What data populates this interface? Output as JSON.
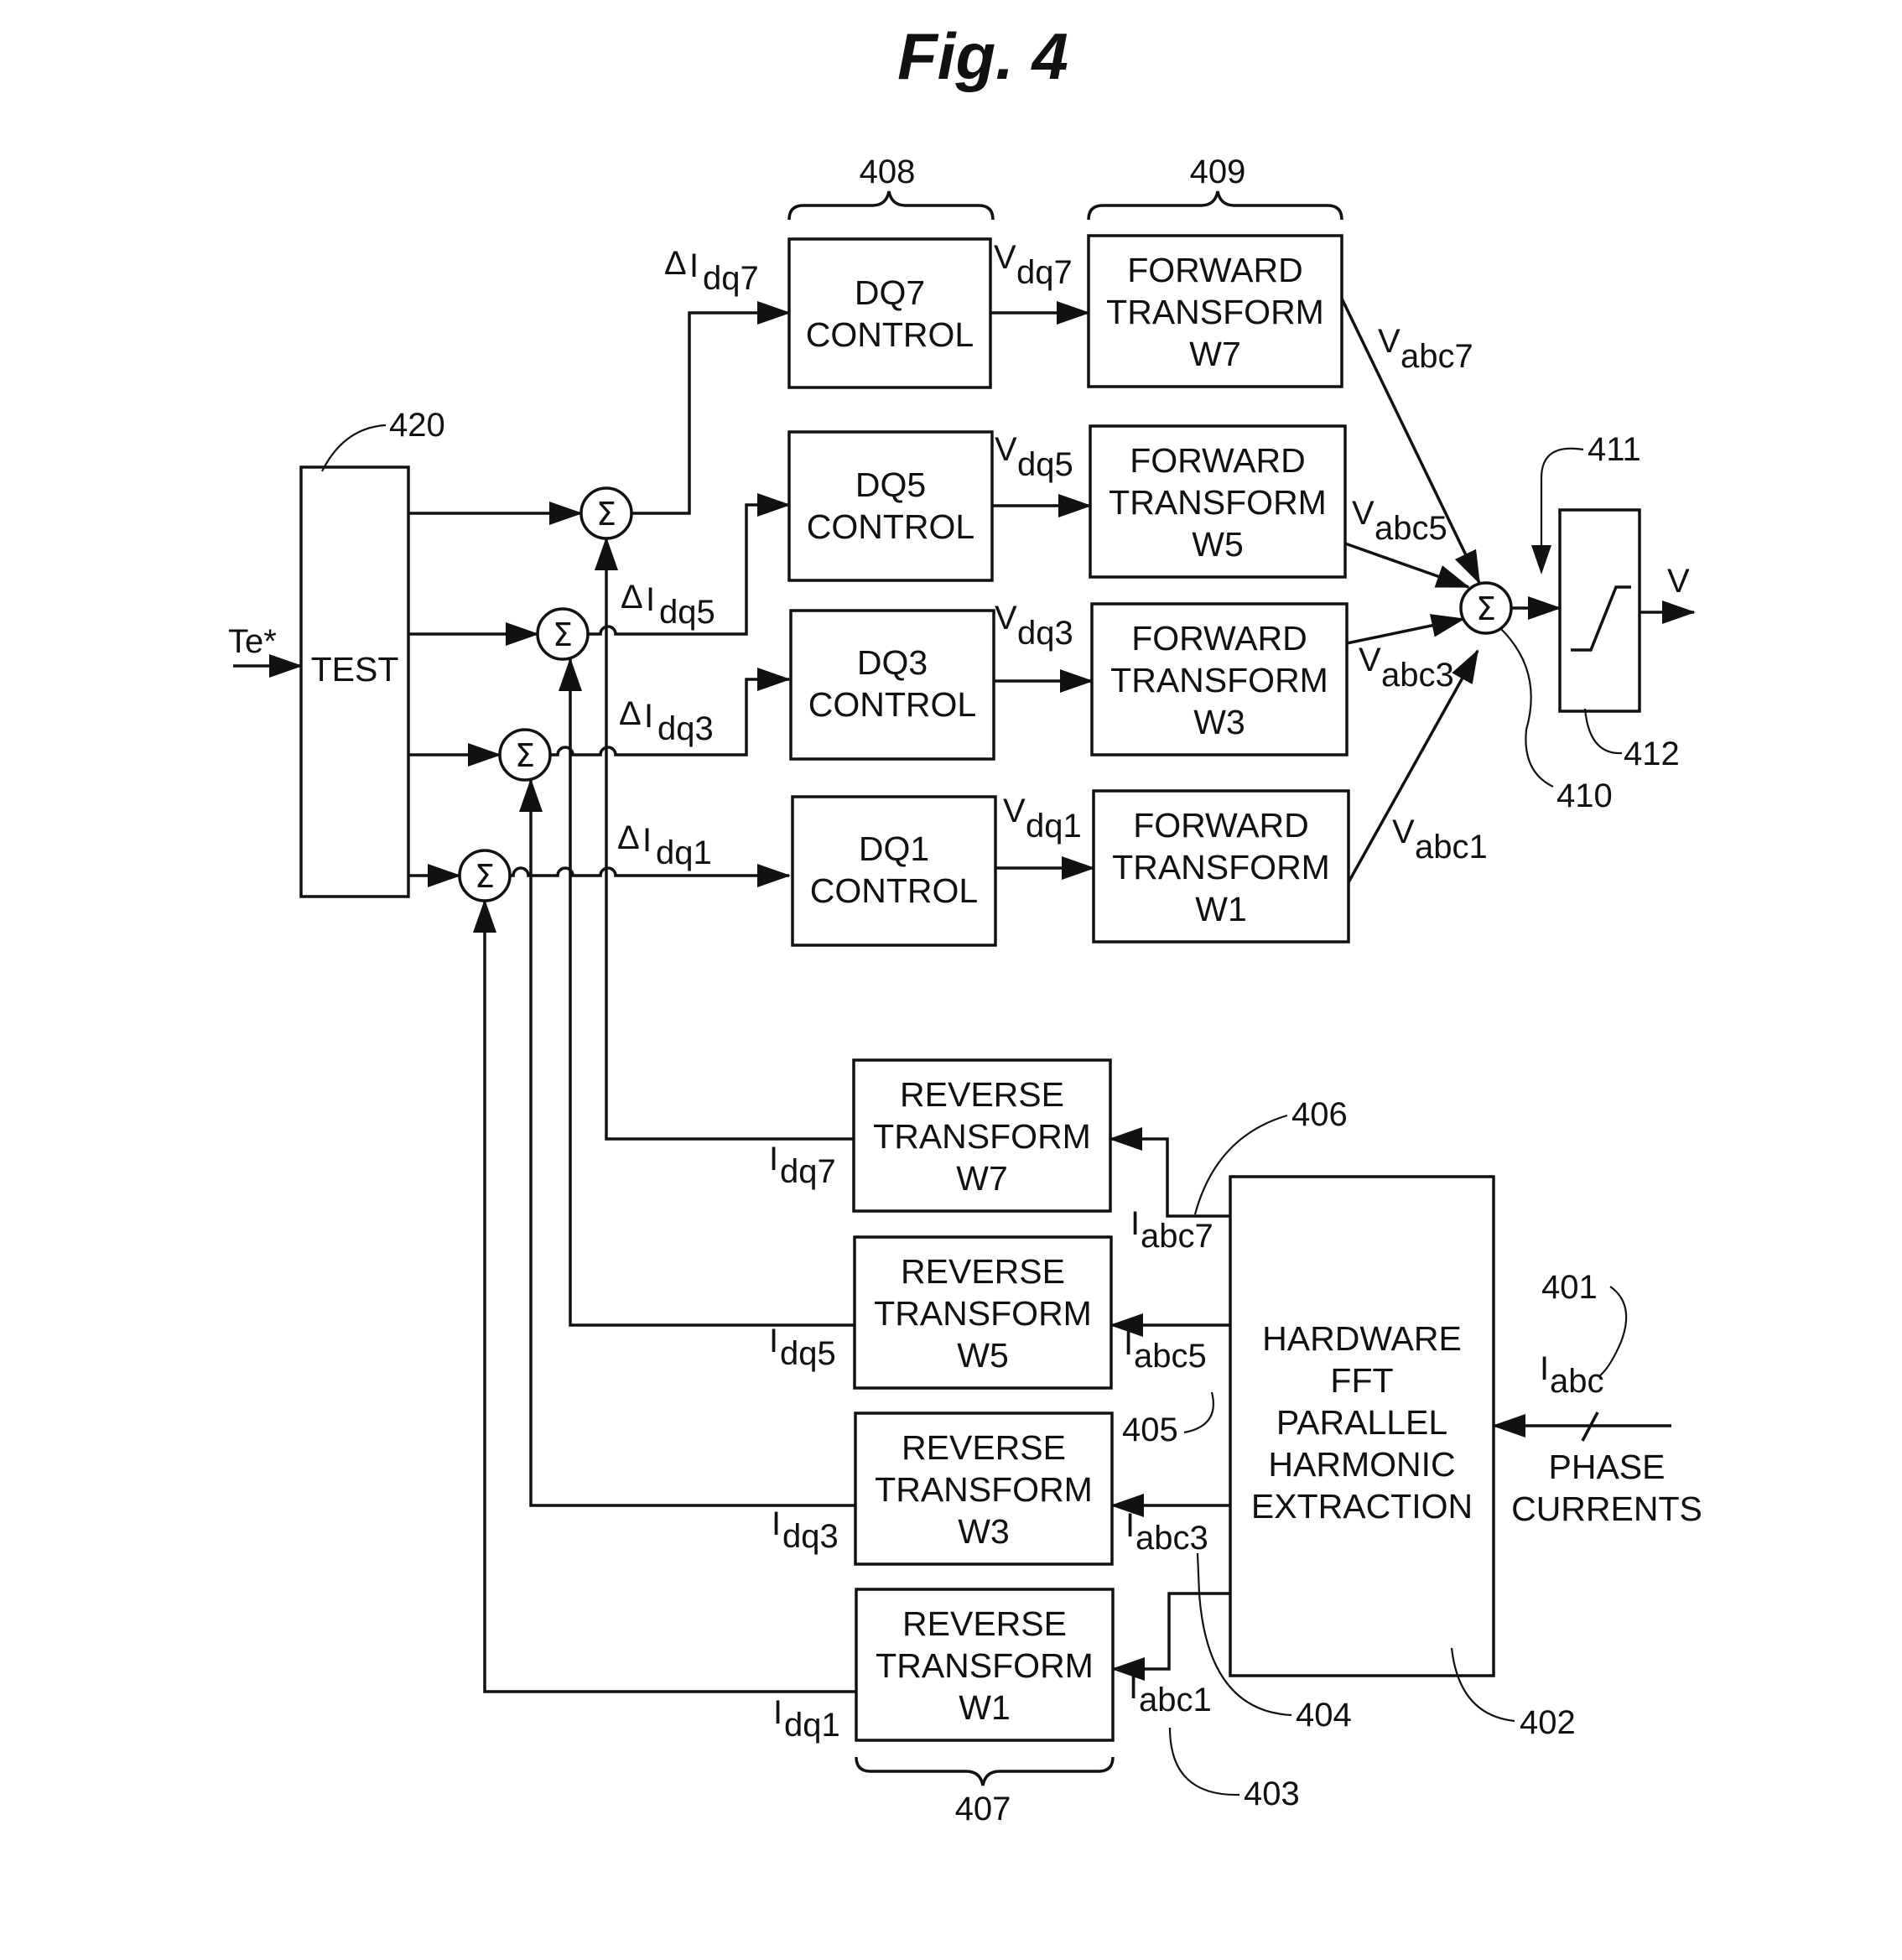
{
  "figure": {
    "title": "Fig. 4"
  },
  "blocks": {
    "test": "TEST",
    "dq7": [
      "DQ7",
      "CONTROL"
    ],
    "dq5": [
      "DQ5",
      "CONTROL"
    ],
    "dq3": [
      "DQ3",
      "CONTROL"
    ],
    "dq1": [
      "DQ1",
      "CONTROL"
    ],
    "fw7": [
      "FORWARD",
      "TRANSFORM",
      "W7"
    ],
    "fw5": [
      "FORWARD",
      "TRANSFORM",
      "W5"
    ],
    "fw3": [
      "FORWARD",
      "TRANSFORM",
      "W3"
    ],
    "fw1": [
      "FORWARD",
      "TRANSFORM",
      "W1"
    ],
    "rv7": [
      "REVERSE",
      "TRANSFORM",
      "W7"
    ],
    "rv5": [
      "REVERSE",
      "TRANSFORM",
      "W5"
    ],
    "rv3": [
      "REVERSE",
      "TRANSFORM",
      "W3"
    ],
    "rv1": [
      "REVERSE",
      "TRANSFORM",
      "W1"
    ],
    "hw": [
      "HARDWARE",
      "FFT",
      "PARALLEL",
      "HARMONIC",
      "EXTRACTION"
    ]
  },
  "summer_symbol": "Σ",
  "signals": {
    "input": "Te*",
    "output": "V",
    "phase_currents": [
      "PHASE",
      "CURRENTS"
    ],
    "delta": "Δ",
    "I": "I",
    "V": "V",
    "sub": {
      "dq7": "dq7",
      "dq5": "dq5",
      "dq3": "dq3",
      "dq1": "dq1",
      "abc": "abc",
      "abc7": "abc7",
      "abc5": "abc5",
      "abc3": "abc3",
      "abc1": "abc1"
    }
  },
  "refs": {
    "r401": "401",
    "r402": "402",
    "r403": "403",
    "r404": "404",
    "r405": "405",
    "r406": "406",
    "r407": "407",
    "r408": "408",
    "r409": "409",
    "r410": "410",
    "r411": "411",
    "r412": "412",
    "r420": "420"
  }
}
